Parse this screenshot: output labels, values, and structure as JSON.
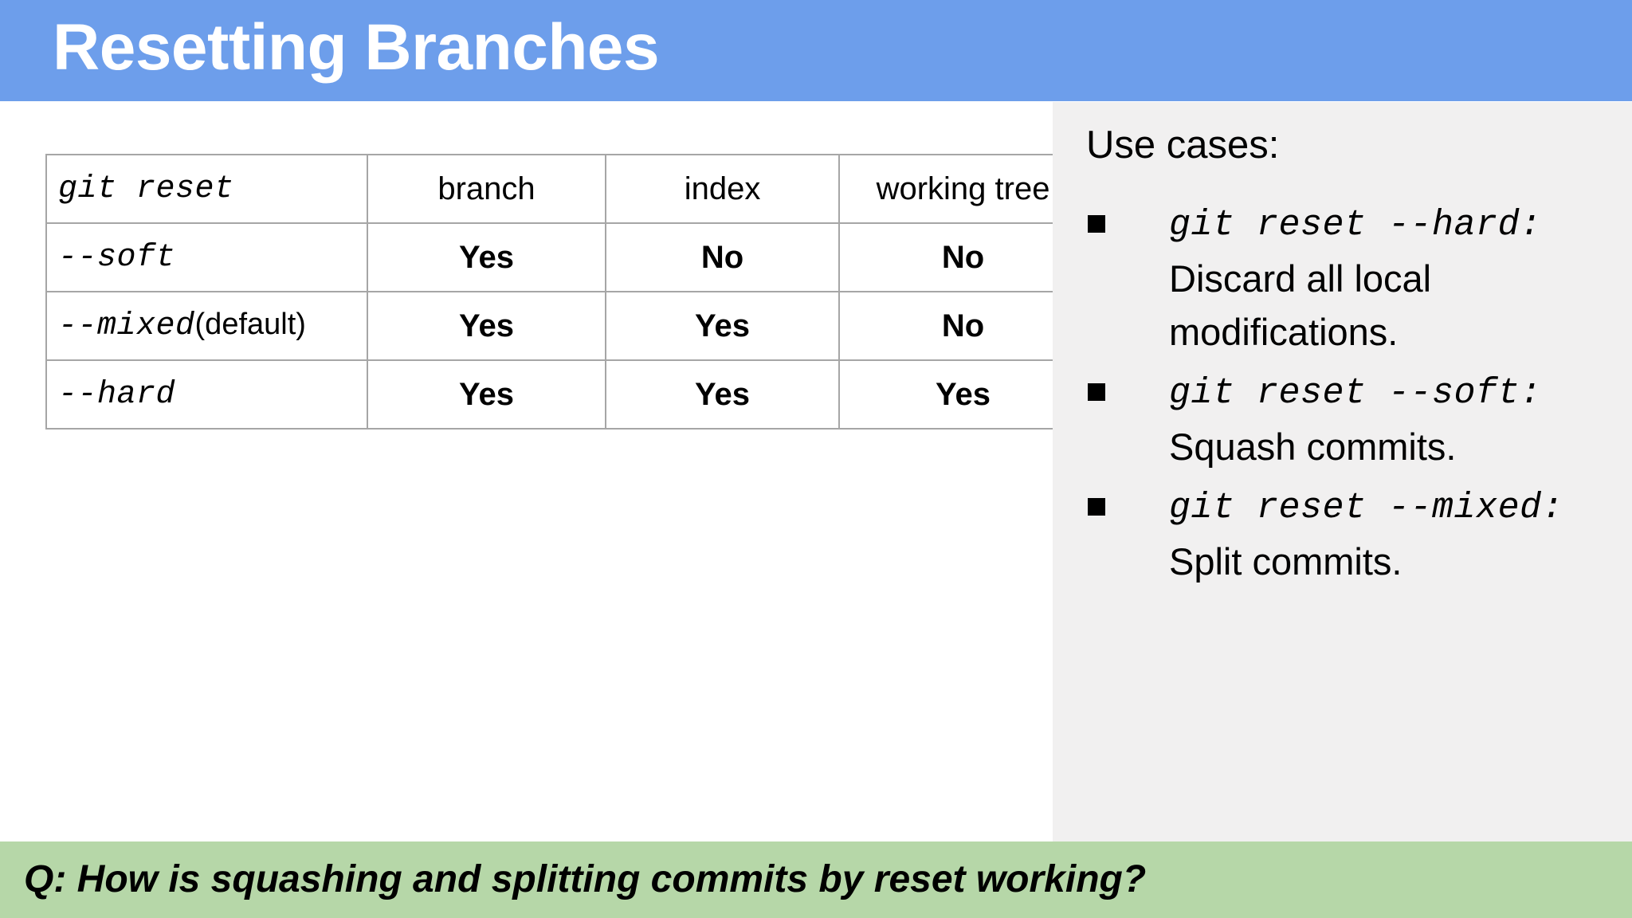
{
  "slide": {
    "title": "Resetting Branches",
    "accent_blue": "#6d9eeb",
    "accent_green": "#b6d7a8",
    "panel_gray": "#f1f0f0"
  },
  "table": {
    "headers": [
      "git reset",
      "branch",
      "index",
      "working tree"
    ],
    "rows": [
      {
        "command": "--soft",
        "command_suffix": "",
        "branch": "Yes",
        "index": "No",
        "working_tree": "No",
        "working_tree_color": "#38761d"
      },
      {
        "command": "--mixed",
        "command_suffix": "(default)",
        "branch": "Yes",
        "index": "Yes",
        "working_tree": "No",
        "working_tree_color": "#38761d"
      },
      {
        "command": "--hard",
        "command_suffix": "",
        "branch": "Yes",
        "index": "Yes",
        "working_tree": "Yes",
        "working_tree_color": "#990000"
      }
    ]
  },
  "side_panel": {
    "title": "Use cases:",
    "bullet_glyph": "square-bullet",
    "items": [
      {
        "command": "git reset --hard:",
        "description": "Discard all local modifications."
      },
      {
        "command": "git reset --soft:",
        "description": "Squash commits."
      },
      {
        "command": "git reset --mixed:",
        "description": "Split commits."
      }
    ]
  },
  "question": {
    "text": "Q: How is squashing and splitting commits by reset working?"
  }
}
